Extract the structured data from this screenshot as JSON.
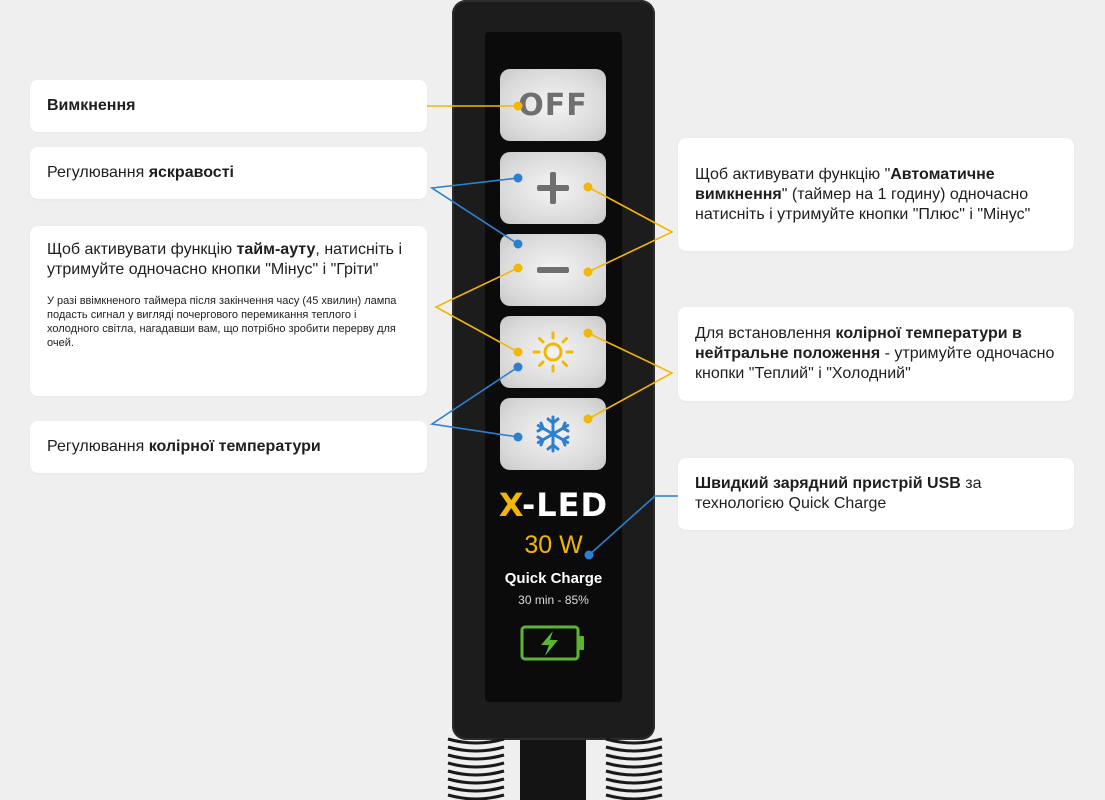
{
  "device": {
    "off_label": "OFF",
    "brand_x": "X",
    "brand_rest": "-LED",
    "power": "30 W",
    "quick_charge": "Quick Charge",
    "charge_spec": "30 min - 85%"
  },
  "cards": {
    "off": {
      "bold": "Вимкнення"
    },
    "brightness": {
      "text": "Регулювання ",
      "bold": "яскравості"
    },
    "timeout": {
      "pre": "Щоб активувати функцію ",
      "bold": "тайм-ауту",
      "post": ", натисніть і утримуйте одночасно кнопки \"Мінус\" і \"Гріти\"",
      "note": "У разі ввімкненого таймера після закінчення часу (45 хвилин) лампа подасть сигнал у вигляді почергового перемикання теплого і холодного світла, нагадавши вам, що потрібно зробити перерву для очей."
    },
    "color_temp": {
      "text": "Регулювання ",
      "bold": "колірної температури"
    },
    "auto_off": {
      "pre": "Щоб активувати функцію \"",
      "bold": "Автоматичне вимкнення",
      "post": "\" (таймер на 1 годину) одночасно натисніть і утримуйте кнопки \"Плюс\" і \"Мінус\""
    },
    "neutral": {
      "pre": "Для встановлення ",
      "bold": "колірної температури в нейтральне положення",
      "post": " - утримуйте одночасно кнопки \"Теплий\" і \"Холодний\""
    },
    "usb": {
      "bold": "Швидкий зарядний пристрій USB",
      "post": " за технологією Quick Charge"
    }
  },
  "colors": {
    "accent_yellow": "#f2b705",
    "accent_blue": "#2f7fd1",
    "battery_green": "#5cb531"
  },
  "icons": [
    "plus-icon",
    "minus-icon",
    "sun-icon",
    "snowflake-icon",
    "battery-charging-icon"
  ]
}
